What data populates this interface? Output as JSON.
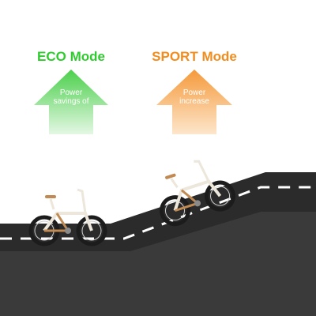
{
  "eco": {
    "title": "ECO Mode",
    "arrow_text_line1": "Power",
    "arrow_text_line2": "savings of",
    "title_color": "#2fcb2f",
    "arrow_color_top": "#4cd04c",
    "arrow_color_bottom": "#e4f7e4"
  },
  "sport": {
    "title": "SPORT Mode",
    "arrow_text_line1": "Power",
    "arrow_text_line2": "increase",
    "title_color": "#f28c1c",
    "arrow_color_top": "#f59a3b",
    "arrow_color_bottom": "#fde6cc"
  },
  "colors": {
    "road_top": "#2b2b2b",
    "road_bottom": "#3a3a3a",
    "road_marking": "#ffffff",
    "bike_frame": "#ece6db",
    "bike_accent": "#c08a52",
    "tire": "#1c1c1c"
  },
  "icons": [
    "bicycle-icon",
    "bicycle-icon",
    "up-arrow-icon",
    "up-arrow-icon"
  ]
}
